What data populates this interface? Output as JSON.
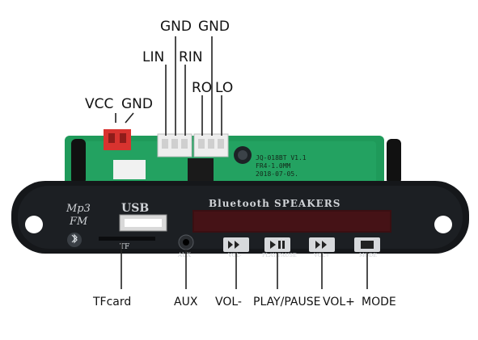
{
  "labels": {
    "gnd_top_left": "GND",
    "gnd_top_right": "GND",
    "lin": "LIN",
    "rin": "RIN",
    "ro": "RO",
    "lo": "LO",
    "vcc": "VCC",
    "gnd_power": "GND",
    "tfcard": "TFcard",
    "aux": "AUX",
    "vol_minus": "VOL-",
    "play_pause": "PLAY/PAUSE",
    "vol_plus": "VOL+",
    "mode": "MODE"
  },
  "panel": {
    "logo_line1": "Mp3",
    "logo_line2": "FM",
    "usb": "USB",
    "tf": "TF",
    "aux": "AUX",
    "title": "Bluetooth SPEAKERS",
    "btn_vol_minus": "VOL-",
    "btn_play": "PLAY/PAUSE",
    "btn_vol_plus": "VOL+",
    "btn_mode": "MODE"
  },
  "pcb": {
    "line1": "JQ-018BT V1.1",
    "line2": "FR4-1.0MM",
    "line3": "2018-07-05."
  },
  "colors": {
    "panel": "#15171a",
    "pcb": "#1f9a5a",
    "display": "#3a0f12",
    "connector_red": "#d8332f",
    "connector_white": "#eeeeee"
  }
}
